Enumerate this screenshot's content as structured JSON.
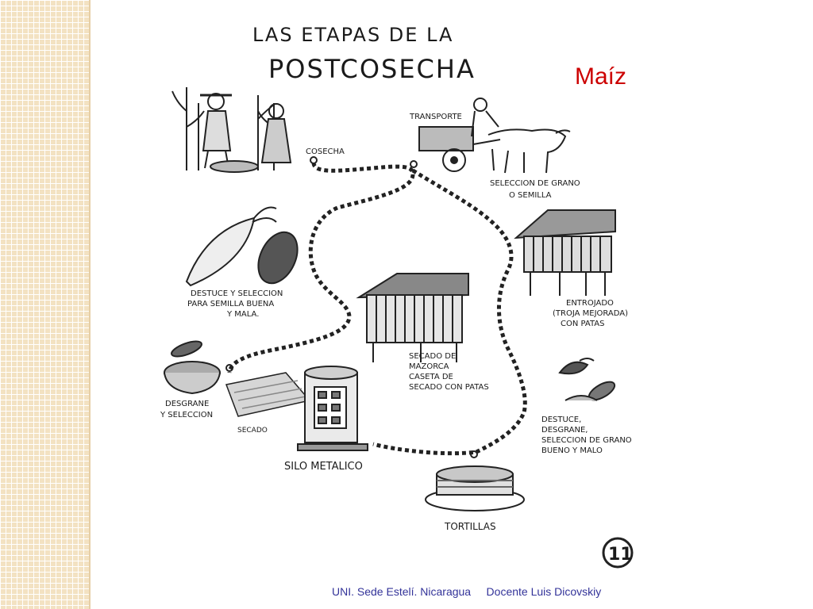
{
  "slide": {
    "title": "Maíz",
    "footer_left": "UNI. Sede Estelí. Nicaragua",
    "footer_right": "Docente Luis Dicovskiy"
  },
  "diagram": {
    "heading_line1": "LAS ETAPAS DE LA",
    "heading_line2": "POSTCOSECHA",
    "page_number": "11",
    "stages": {
      "cosecha": "COSECHA",
      "transporte": "TRANSPORTE",
      "seleccion_1": "SELECCION DE GRANO",
      "seleccion_2": "O SEMILLA",
      "destuce_1": "DESTUCE Y SELECCION",
      "destuce_2": "PARA SEMILLA BUENA",
      "destuce_3": "Y MALA.",
      "entrojado_1": "ENTROJADO",
      "entrojado_2": "(TROJA MEJORADA)",
      "entrojado_3": "CON PATAS",
      "secado_mazorca_1": "SECADO DE",
      "secado_mazorca_2": "MAZORCA",
      "secado_mazorca_3": "CASETA DE",
      "secado_mazorca_4": "SECADO CON PATAS",
      "desgrane_1": "DESGRANE",
      "desgrane_2": "Y SELECCION",
      "secado": "SECADO",
      "silo": "SILO METALICO",
      "destuce2_1": "DESTUCE,",
      "destuce2_2": "DESGRANE,",
      "destuce2_3": "SELECCION DE GRANO",
      "destuce2_4": "BUENO Y MALO",
      "tortillas": "TORTILLAS"
    }
  }
}
